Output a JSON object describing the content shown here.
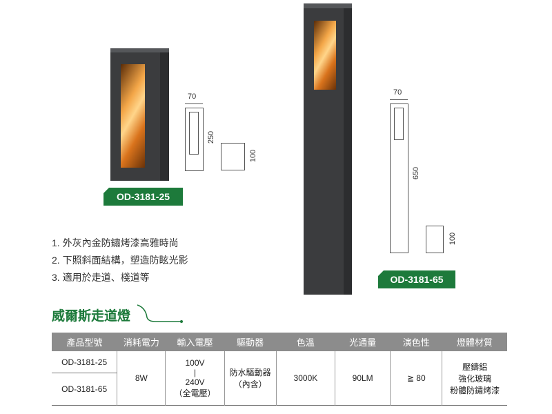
{
  "products": [
    {
      "model": "OD-3181-25",
      "width": "70",
      "height": "250",
      "base": "100"
    },
    {
      "model": "OD-3181-65",
      "width": "70",
      "height": "650",
      "base": "100"
    }
  ],
  "features": [
    "1. 外灰內金防鏽烤漆高雅時尚",
    "2. 下照斜面結構，塑造防眩光影",
    "3. 適用於走道、棧道等"
  ],
  "series_title": "威爾斯走道燈",
  "table": {
    "headers": [
      "產品型號",
      "消耗電力",
      "輸入電壓",
      "驅動器",
      "色溫",
      "光通量",
      "演色性",
      "燈體材質"
    ],
    "models": [
      "OD-3181-25",
      "OD-3181-65"
    ],
    "power": "8W",
    "voltage": [
      "100V",
      "|",
      "240V",
      "（全電壓）"
    ],
    "driver": [
      "防水驅動器",
      "（內含）"
    ],
    "cct": "3000K",
    "lumen": "90LM",
    "cri": "≧ 80",
    "material": [
      "壓鑄鋁",
      "強化玻璃",
      "粉體防鏽烤漆"
    ]
  },
  "colors": {
    "brand_green": "#1d7a3b",
    "header_gray": "#8c8c8c"
  }
}
